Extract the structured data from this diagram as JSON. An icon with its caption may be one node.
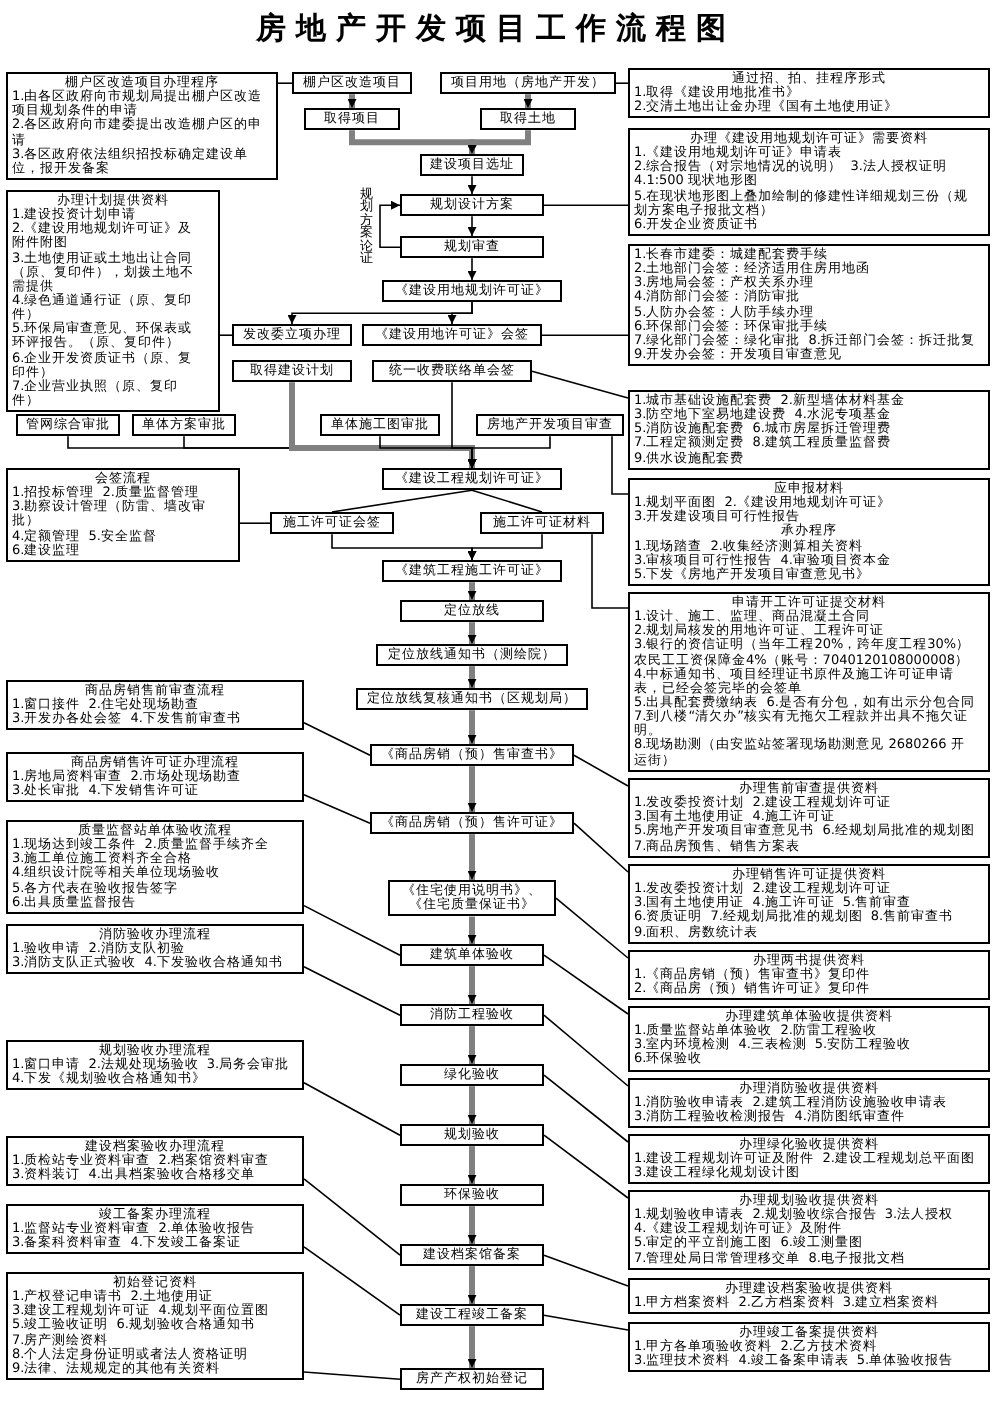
{
  "diagram": {
    "title": "房地产开发项目工作流程图",
    "nodes": [
      {
        "text": [
          "棚户区改造项目办理程序",
          "1.由各区政府向市规划局提出棚户区改造项目规划条件的申请",
          "2.各区政府向市建委提出改造棚户区的申请",
          "3.各区政府依法组织招投标确定建设单位，报开发备案"
        ]
      },
      {
        "text": [
          "棚户区改造项目"
        ]
      },
      {
        "text": [
          "项目用地（房地产开发）"
        ]
      },
      {
        "text": [
          "通过招、拍、挂程序形式",
          "1.取得《建设用地批准书》",
          "2.交清土地出让金办理《国有土地使用证》"
        ]
      },
      {
        "text": [
          "取得项目"
        ]
      },
      {
        "text": [
          "取得土地"
        ]
      },
      {
        "text": [
          "建设项目选址"
        ]
      },
      {
        "text": [
          "办理《建设用地规划许可证》需要资料",
          "1.《建设用地规划许可证》申请表",
          "2.综合报告（对宗地情况的说明）",
          "3.法人授权证明",
          "4.1:500 现状地形图",
          "5.在现状地形图上叠加绘制的修建性详细规划三份（规划方案电子报批文档）",
          "6.开发企业资质证书"
        ]
      },
      {
        "text": [
          "规划设计方案"
        ]
      },
      {
        "text": [
          "规划审查"
        ]
      },
      {
        "text": [
          "办理计划提供资料",
          "1.建设投资计划申请",
          "2.《建设用地规划许可证》及附件附图",
          "3.土地使用证或土地出让合同（原、复印件），划拨土地不需提供",
          "4.绿色通道通行证（原、复印件）",
          "5.环保局审查意见、环保表或环评报告。（原、复印件）",
          "6.企业开发资质证书（原、复印件）",
          "7.企业营业执照（原、复印件）"
        ]
      },
      {
        "text": [
          "《建设用地规划许可证》"
        ]
      },
      {
        "text": [
          "1.长春市建委：城建配套费手续",
          "2.土地部门会签：经济适用住房用地函",
          "3.房地局会签：产权关系办理",
          "4.消防部门会签：消防审批",
          "5.人防办会签：人防手续办理",
          "6.环保部门会签：环保审批手续",
          "7.绿化部门会签：绿化审批",
          "8.拆迁部门会签：拆迁批复",
          "9.开发办会签：开发项目审查意见"
        ]
      },
      {
        "text": [
          "发改委立项办理"
        ]
      },
      {
        "text": [
          "《建设用地许可证》会签"
        ]
      },
      {
        "text": [
          "取得建设计划"
        ]
      },
      {
        "text": [
          "统一收费联络单会签"
        ]
      },
      {
        "text": [
          "管网综合审批"
        ]
      },
      {
        "text": [
          "单体方案审批"
        ]
      },
      {
        "text": [
          "单体施工图审批"
        ]
      },
      {
        "text": [
          "房地产开发项目审查"
        ]
      },
      {
        "text": [
          "1.城市基础设施配套费",
          "2.新型墙体材料基金",
          "3.防空地下室易地建设费",
          "4.水泥专项基金",
          "5.消防设施配套费",
          "6.城市房屋拆迁管理费",
          "7.工程定额测定费",
          "8.建筑工程质量监督费",
          "9.供水设施配套费"
        ]
      },
      {
        "text": [
          "《建设工程规划许可证》"
        ]
      },
      {
        "text": [
          "应申报材料",
          "1.规划平面图",
          "2.《建设用地规划许可证》",
          "3.开发建设项目可行性报告",
          "承办程序",
          "1.现场踏查",
          "2.收集经济测算相关资料",
          "3.审核项目可行性报告",
          "4.审验项目资本金",
          "5.下发《房地产开发项目审查意见书》"
        ]
      },
      {
        "text": [
          "会签流程",
          "1.招投标管理",
          "2.质量监督管理",
          "3.勘察设计管理（防雷、墙改审批）",
          "4.定额管理",
          "5.安全监督",
          "6.建设监理"
        ]
      },
      {
        "text": [
          "施工许可证会签"
        ]
      },
      {
        "text": [
          "施工许可证材料"
        ]
      },
      {
        "text": [
          "《建筑工程施工许可证》"
        ]
      },
      {
        "text": [
          "申请开工许可证提交材料",
          "1.设计、施工、监理、商品混凝土合同",
          "2.规划局核发的用地许可证、工程许可证",
          "3.银行的资信证明（当年工程20%，跨年度工程30%）农民工工资保障金4%（账号：7040120108000008）",
          "4.中标通知书、项目经理证书原件及施工许可证申请表，已经会签完毕的会签单",
          "5.出具配套费缴纳表",
          "6.是否有分包，如有出示分包合同",
          "7.到八楼“清欠办”核实有无拖欠工程款并出具不拖欠证明。",
          "8.现场勘测（由安监站签署现场勘测意见 2680266 开运街）"
        ]
      },
      {
        "text": [
          "定位放线"
        ]
      },
      {
        "text": [
          "商品房销售前审查流程",
          "1.窗口接件",
          "2.住宅处现场勘查",
          "3.开发办各处会签",
          "4.下发售前审查书"
        ]
      },
      {
        "text": [
          "定位放线通知书（测绘院）"
        ]
      },
      {
        "text": [
          "定位放线复核通知书（区规划局）"
        ]
      },
      {
        "text": [
          "商品房销售许可证办理流程",
          "1.房地局资料审查",
          "2.市场处现场勘查",
          "3.处长审批",
          "4.下发销售许可证"
        ]
      },
      {
        "text": [
          "《商品房销（预）售审查书》"
        ]
      },
      {
        "text": [
          "办理售前审查提供资料",
          "1.发改委投资计划",
          "2.建设工程规划许可证",
          "3.国有土地使用证",
          "4.施工许可证",
          "5.房地产开发项目审查意见书",
          "6.经规划局批准的规划图",
          "7.商品房预售、销售方案表"
        ]
      },
      {
        "text": [
          "质量监督站单体验收流程",
          "1.现场达到竣工条件",
          "2.质量监督手续齐全",
          "3.施工单位施工资料齐全合格",
          "4.组织设计院等相关单位现场验收",
          "5.各方代表在验收报告签字",
          "6.出具质量监督报告"
        ]
      },
      {
        "text": [
          "《商品房销（预）售许可证》"
        ]
      },
      {
        "text": [
          "办理销售许可证提供资料",
          "1.发改委投资计划",
          "2.建设工程规划许可证",
          "3.国有土地使用证",
          "4.施工许可证",
          "5.售前审查",
          "6.资质证明",
          "7.经规划局批准的规划图",
          "8.售前审查书",
          "9.面积、房数统计表"
        ]
      },
      {
        "text": [
          "《住宅使用说明书》、《住宅质量保证书》"
        ]
      },
      {
        "text": [
          "建筑单体验收"
        ]
      },
      {
        "text": [
          "办理两书提供资料",
          "1.《商品房销（预）售审查书》复印件",
          "2.《商品房（预）销售许可证》复印件"
        ]
      },
      {
        "text": [
          "消防验收办理流程",
          "1.验收申请",
          "2.消防支队初验",
          "3.消防支队正式验收",
          "4.下发验收合格通知书"
        ]
      },
      {
        "text": [
          "消防工程验收"
        ]
      },
      {
        "text": [
          "办理建筑单体验收提供资料",
          "1.质量监督站单体验收",
          "2.防雷工程验收",
          "3.室内环境检测",
          "4.三表检测",
          "5.安防工程验收",
          "6.环保验收"
        ]
      },
      {
        "text": [
          "规划验收办理流程",
          "1.窗口申请",
          "2.法规处现场验收",
          "3.局务会审批",
          "4.下发《规划验收合格通知书》"
        ]
      },
      {
        "text": [
          "绿化验收"
        ]
      },
      {
        "text": [
          "办理消防验收提供资料",
          "1.消防验收申请表",
          "2.建筑工程消防设施验收申请表",
          "3.消防工程验收检测报告",
          "4.消防图纸审查件"
        ]
      },
      {
        "text": [
          "规划验收"
        ]
      },
      {
        "text": [
          "办理绿化验收提供资料",
          "1.建设工程规划许可证及附件",
          "2.建设工程规划总平面图",
          "3.建设工程绿化规划设计图"
        ]
      },
      {
        "text": [
          "建设档案验收办理流程",
          "1.质检站专业资料审查",
          "2.档案馆资料审查",
          "3.资料装订",
          "4.出具档案验收合格移交单"
        ]
      },
      {
        "text": [
          "环保验收"
        ]
      },
      {
        "text": [
          "办理规划验收提供资料",
          "1.规划验收申请表",
          "2.规划验收综合报告",
          "3.法人授权",
          "4.《建设工程规划许可证》及附件",
          "5.审定的平立剖施工图",
          "6.竣工测量图",
          "7.管理处局日常管理移交单",
          "8.电子报批文档"
        ]
      },
      {
        "text": [
          "竣工备案办理流程",
          "1.监督站专业资料审查",
          "2.单体验收报告",
          "3.备案科资料审查",
          "4.下发竣工备案证"
        ]
      },
      {
        "text": [
          "建设档案馆备案"
        ]
      },
      {
        "text": [
          "初始登记资料",
          "1.产权登记申请书",
          "2.土地使用证",
          "3.建设工程规划许可证",
          "4.规划平面位置图",
          "5.竣工验收证明",
          "6.规划验收合格通知书",
          "7.房产测绘资料",
          "8.个人法定身份证明或者法人资格证明",
          "9.法律、法规规定的其他有关资料"
        ]
      },
      {
        "text": [
          "建设工程竣工备案"
        ]
      },
      {
        "text": [
          "办理建设档案验收提供资料",
          "1.甲方档案资料",
          "2.乙方档案资料",
          "3.建立档案资料"
        ]
      },
      {
        "text": [
          "房产产权初始登记"
        ]
      },
      {
        "text": [
          "办理竣工备案提供资料",
          "1.甲方各单项验收资料",
          "2.乙方技术资料",
          "3.监理技术资料",
          "4.竣工备案申请表",
          "5.单体验收报告"
        ]
      }
    ],
    "edges": [
      {
        "from": 1,
        "to": 4,
        "arrow": "to",
        "style": "thick",
        "color": "#808080"
      },
      {
        "from": 2,
        "to": 5,
        "arrow": "to",
        "style": "thick",
        "color": "#808080"
      },
      {
        "from": 1,
        "to": 0,
        "arrow": "none"
      },
      {
        "from": 2,
        "to": 3,
        "arrow": "none"
      },
      {
        "from": 4,
        "to": 6,
        "arrow": "to",
        "style": "thick",
        "color": "#808080"
      },
      {
        "from": 5,
        "to": 6,
        "arrow": "to",
        "style": "thick",
        "color": "#808080"
      },
      {
        "from": 6,
        "to": 8,
        "arrow": "to"
      },
      {
        "from": 8,
        "to": 7,
        "arrow": "none"
      },
      {
        "from": 8,
        "to": 9,
        "arrow": "to"
      },
      {
        "from": 9,
        "to": 8,
        "arrow": "to",
        "label": "规划方案论证"
      },
      {
        "from": 9,
        "to": 11,
        "arrow": "to"
      },
      {
        "from": 13,
        "to": 10,
        "arrow": "none"
      },
      {
        "from": 11,
        "to": 13,
        "arrow": "to"
      },
      {
        "from": 11,
        "to": 14,
        "arrow": "to"
      },
      {
        "from": 14,
        "to": 12,
        "arrow": "none"
      },
      {
        "from": 16,
        "to": 21,
        "arrow": "none"
      },
      {
        "from": 17,
        "to": 22,
        "arrow": "to"
      },
      {
        "from": 18,
        "to": 22,
        "arrow": "to"
      },
      {
        "from": 15,
        "to": 22,
        "arrow": "to",
        "style": "thick",
        "color": "#808080"
      },
      {
        "from": 19,
        "to": 22,
        "arrow": "to"
      },
      {
        "from": 16,
        "to": 22,
        "arrow": "to"
      },
      {
        "from": 20,
        "to": 22,
        "arrow": "to"
      },
      {
        "from": 20,
        "to": 23,
        "arrow": "none"
      },
      {
        "from": 22,
        "to": 25,
        "arrow": "none"
      },
      {
        "from": 22,
        "to": 26,
        "arrow": "none"
      },
      {
        "from": 25,
        "to": 24,
        "arrow": "none"
      },
      {
        "from": 26,
        "to": 28,
        "arrow": "none"
      },
      {
        "from": 25,
        "to": 27,
        "arrow": "to"
      },
      {
        "from": 26,
        "to": 27,
        "arrow": "to"
      },
      {
        "from": 27,
        "to": 29,
        "arrow": "to",
        "style": "thick",
        "color": "#808080"
      },
      {
        "from": 29,
        "to": 31,
        "arrow": "to",
        "style": "thick",
        "color": "#808080"
      },
      {
        "from": 31,
        "to": 32,
        "arrow": "to",
        "style": "thick",
        "color": "#808080"
      },
      {
        "from": 32,
        "to": 34,
        "arrow": "to",
        "style": "thick",
        "color": "#808080"
      },
      {
        "from": 34,
        "to": 37,
        "arrow": "to",
        "style": "thick",
        "color": "#808080"
      },
      {
        "from": 37,
        "to": 39,
        "arrow": "to",
        "style": "thick",
        "color": "#808080"
      },
      {
        "from": 39,
        "to": 40,
        "arrow": "to",
        "style": "thick",
        "color": "#808080"
      },
      {
        "from": 40,
        "to": 43,
        "arrow": "to",
        "style": "thick",
        "color": "#808080"
      },
      {
        "from": 43,
        "to": 46,
        "arrow": "to",
        "style": "thick",
        "color": "#808080"
      },
      {
        "from": 46,
        "to": 48,
        "arrow": "to",
        "style": "thick",
        "color": "#808080"
      },
      {
        "from": 48,
        "to": 51,
        "arrow": "to",
        "style": "thick",
        "color": "#808080"
      },
      {
        "from": 51,
        "to": 54,
        "arrow": "to",
        "style": "thick",
        "color": "#808080"
      },
      {
        "from": 54,
        "to": 56,
        "arrow": "to",
        "style": "thick",
        "color": "#808080"
      },
      {
        "from": 56,
        "to": 58,
        "arrow": "to",
        "style": "thick",
        "color": "#808080"
      },
      {
        "from": 34,
        "to": 30,
        "arrow": "none"
      },
      {
        "from": 34,
        "to": 35,
        "arrow": "none"
      },
      {
        "from": 37,
        "to": 33,
        "arrow": "none"
      },
      {
        "from": 37,
        "to": 38,
        "arrow": "none"
      },
      {
        "from": 39,
        "to": 41,
        "arrow": "none"
      },
      {
        "from": 40,
        "to": 36,
        "arrow": "none"
      },
      {
        "from": 40,
        "to": 44,
        "arrow": "none"
      },
      {
        "from": 43,
        "to": 42,
        "arrow": "none"
      },
      {
        "from": 43,
        "to": 47,
        "arrow": "none"
      },
      {
        "from": 46,
        "to": 49,
        "arrow": "none"
      },
      {
        "from": 48,
        "to": 45,
        "arrow": "none"
      },
      {
        "from": 48,
        "to": 52,
        "arrow": "none"
      },
      {
        "from": 54,
        "to": 50,
        "arrow": "none"
      },
      {
        "from": 54,
        "to": 57,
        "arrow": "none"
      },
      {
        "from": 56,
        "to": 53,
        "arrow": "none"
      },
      {
        "from": 56,
        "to": 59,
        "arrow": "none"
      },
      {
        "from": 58,
        "to": 55,
        "arrow": "none"
      }
    ]
  }
}
